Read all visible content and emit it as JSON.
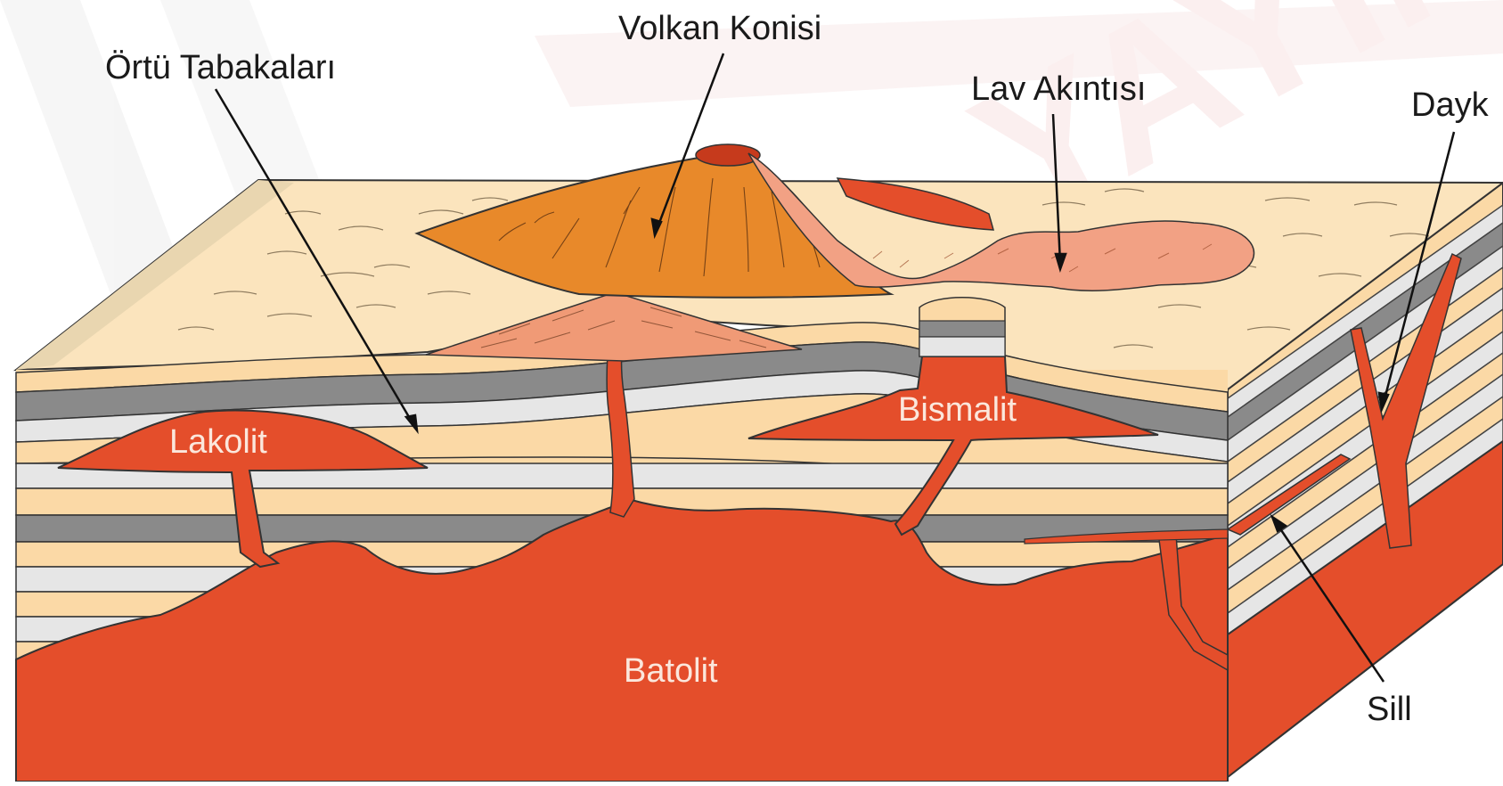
{
  "labels": {
    "ortu_tabakalari": "Örtü Tabakaları",
    "volkan_konisi": "Volkan Konisi",
    "lav_akintisi": "Lav Akıntısı",
    "dayk": "Dayk",
    "lakolit": "Lakolit",
    "bismalit": "Bismalit",
    "batolit": "Batolit",
    "sill": "Sill"
  },
  "watermark": "YAYINLARI",
  "colors": {
    "magma": "#e44e2b",
    "magma_dark": "#c63a1c",
    "cone": "#e8892a",
    "lava": "#f2a184",
    "layer_cream": "#fbd9a6",
    "layer_light": "#e6e6e6",
    "layer_dark": "#8a8a8a",
    "surface": "#fbe4bd"
  }
}
